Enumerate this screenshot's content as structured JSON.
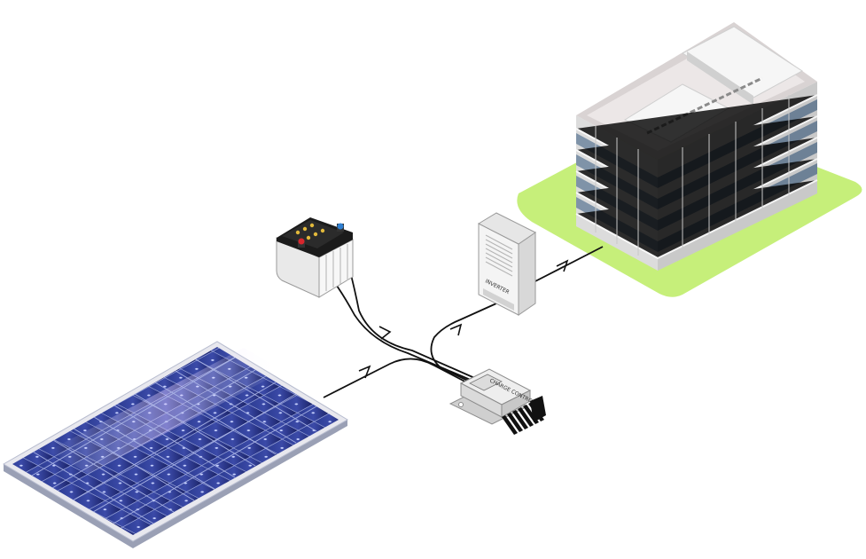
{
  "diagram": {
    "components": [
      {
        "id": "solar-panel",
        "label": ""
      },
      {
        "id": "battery",
        "label": ""
      },
      {
        "id": "charge-controller",
        "label": "CHARGE CONTROLLER"
      },
      {
        "id": "inverter",
        "label": "INVERTER"
      },
      {
        "id": "building",
        "label": ""
      }
    ],
    "connections": [
      {
        "from": "solar-panel",
        "to": "charge-controller"
      },
      {
        "from": "battery",
        "to": "charge-controller"
      },
      {
        "from": "charge-controller",
        "to": "inverter"
      },
      {
        "from": "inverter",
        "to": "building"
      }
    ]
  },
  "colors": {
    "panel_cell": "#1f2a6e",
    "panel_frame": "#e8e8ee",
    "battery_body": "#f2f2f2",
    "battery_top": "#1a1a1a",
    "lawn": "#c6ef7a",
    "building_wall": "#ececec",
    "building_window": "#7f93a8",
    "wire": "#111111"
  }
}
